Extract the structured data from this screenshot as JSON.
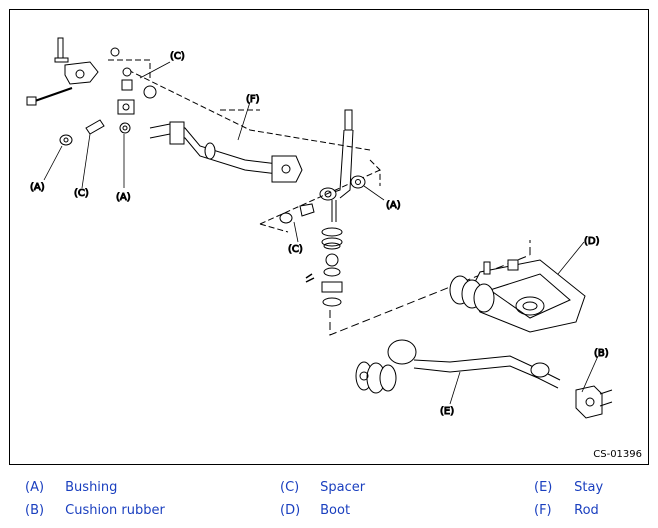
{
  "figure": {
    "code": "CS-01396",
    "callouts": {
      "A": "(A)",
      "B": "(B)",
      "C": "(C)",
      "D": "(D)",
      "E": "(E)",
      "F": "(F)"
    }
  },
  "legend": [
    {
      "code": "(A)",
      "name": "Bushing"
    },
    {
      "code": "(B)",
      "name": "Cushion rubber"
    },
    {
      "code": "(C)",
      "name": "Spacer"
    },
    {
      "code": "(D)",
      "name": "Boot"
    },
    {
      "code": "(E)",
      "name": "Stay"
    },
    {
      "code": "(F)",
      "name": "Rod"
    }
  ],
  "colors": {
    "legend_text": "#1a3fbf",
    "line": "#000000"
  }
}
